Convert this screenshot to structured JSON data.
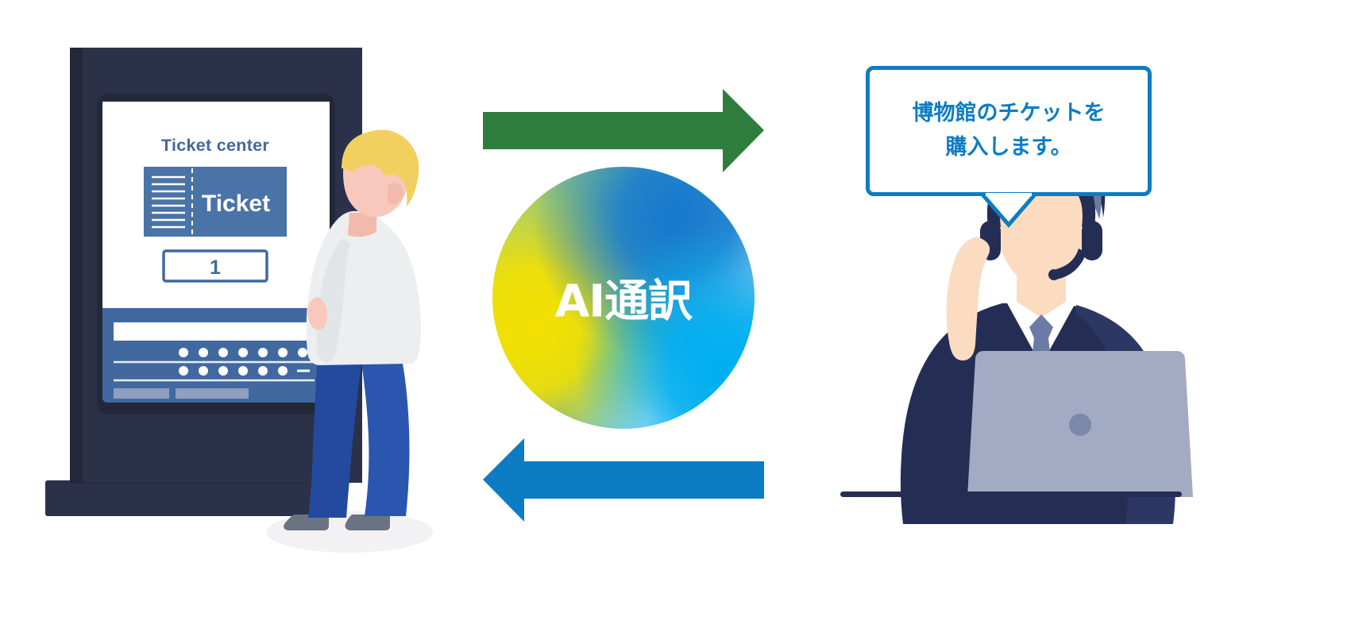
{
  "scene": {
    "title": "AI interpretation service illustration",
    "background_color": "#ffffff"
  },
  "kiosk": {
    "screen_title": "Ticket center",
    "ticket_label": "Ticket",
    "quantity_value": "1",
    "keypad_dash": "—",
    "colors": {
      "cabinet": "#2b3148",
      "cabinet_dark": "#232839",
      "screen_bg": "#ffffff",
      "panel_blue": "#41699f",
      "accent_blue": "#4a73a8",
      "text_blue": "#41699f"
    },
    "keypad_row1_keys": 7,
    "keypad_row2_keys": 6
  },
  "person": {
    "name": "customer-at-kiosk",
    "hair_color": "#f2d05f",
    "skin_color": "#f9c8bd",
    "shirt_color": "#eceef0",
    "pants_color": "#234a9e",
    "shoe_color": "#6b7383"
  },
  "arrows": {
    "top": {
      "name": "arrow-right-green",
      "direction": "right",
      "color": "#2f7d3c"
    },
    "bottom": {
      "name": "arrow-left-blue",
      "direction": "left",
      "color": "#0d7cc4"
    }
  },
  "ai_badge": {
    "label": "AI通訳",
    "shape": "circle",
    "gradient_colors": [
      "#f3e100",
      "#96c878",
      "#1a7dcd",
      "#00b2f0",
      "#ffffff"
    ]
  },
  "operator": {
    "name": "call-center-operator",
    "speech_bubble": {
      "line1": "博物館のチケットを",
      "line2": "購入します。",
      "border_color": "#0d7cc4",
      "text_color": "#0d7cc4"
    },
    "colors": {
      "suit": "#242e54",
      "suit_light": "#2c3763",
      "shirt": "#ffffff",
      "tie": "#6b7ba5",
      "skin": "#fcdcc0",
      "hair": "#2c3763",
      "hair_light": "#6b7ba5",
      "headset": "#242e54",
      "laptop": "#a3abc4",
      "laptop_logo": "#7c88a8",
      "desk_line": "#242e54"
    }
  }
}
